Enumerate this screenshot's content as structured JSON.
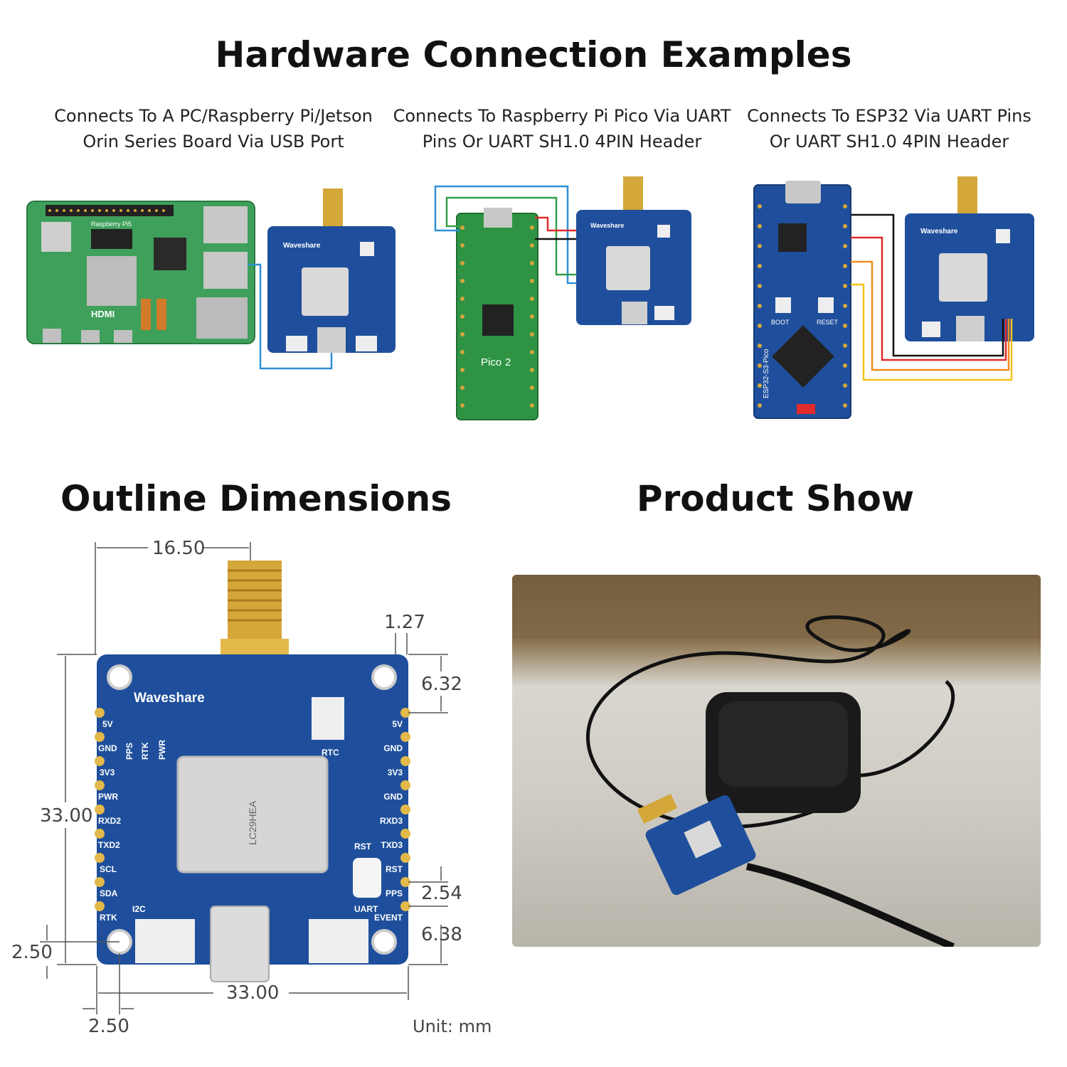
{
  "headings": {
    "hardware": "Hardware Connection Examples",
    "outline": "Outline Dimensions",
    "product": "Product Show"
  },
  "captions": [
    "Connects To A PC/Raspberry Pi/Jetson\nOrin Series Board Via USB Port",
    "Connects To Raspberry Pi Pico Via UART\nPins Or UART SH1.0 4PIN Header",
    "Connects To ESP32 Via UART Pins\nOr UART SH1.0 4PIN Header"
  ],
  "boards": {
    "rpi_label": "Raspberry Pi",
    "rpi_num": "5",
    "hdmi": "HDMI",
    "waveshare": "Waveshare",
    "pico_label": "Pico",
    "pico_num": "2",
    "esp_label": "ESP32-S3-Pico",
    "esp_boot": "BOOT",
    "esp_reset": "RESET"
  },
  "module_pins": {
    "left": [
      "5V",
      "GND",
      "3V3",
      "PWR",
      "RXD2",
      "TXD2",
      "SCL",
      "SDA",
      "RTK"
    ],
    "right": [
      "5V",
      "GND",
      "3V3",
      "GND",
      "RXD3",
      "TXD3",
      "RST",
      "PPS",
      "EVENT"
    ],
    "top_small": [
      "PPS",
      "RTK",
      "PWR"
    ],
    "rtc": "RTC",
    "rst": "RST",
    "i2c": "I2C",
    "uart": "UART",
    "chip": "LC29HEA"
  },
  "dimensions": {
    "d1": "16.50",
    "d2": "1.27",
    "d3": "6.32",
    "d4": "33.00",
    "d5": "2.54",
    "d6": "6.38",
    "d7": "2.50",
    "d8": "33.00",
    "d9": "2.50",
    "unit": "Unit: mm"
  },
  "colors": {
    "board_blue": "#1f4f9c",
    "rpi_green": "#3ea05a",
    "pico_green": "#2e9444",
    "gold": "#d4a73a",
    "wire_blue": "#2f8fd4",
    "wire_green": "#33a04a",
    "wire_red": "#e02b2b",
    "wire_orange": "#f08a1c",
    "wire_yellow": "#f2c21a",
    "wire_black": "#111111"
  }
}
